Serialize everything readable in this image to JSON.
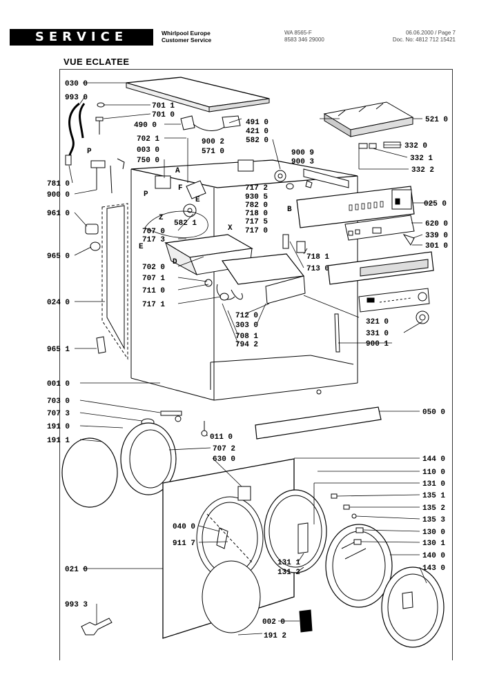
{
  "header": {
    "service": "SERVICE",
    "company_line1": "Whirlpool Europe",
    "company_line2": "Customer Service",
    "model_line1": "WA 8565-F",
    "model_line2": "8583 346 29000",
    "date_line": "06.06.2000 / Page 7",
    "doc_line": "Doc. No: 4812 712 15421"
  },
  "title": "VUE ECLATEE",
  "labels": [
    "030 0",
    "993 0",
    "701 1",
    "701 0",
    "490 0",
    "491 0",
    "421 0",
    "582 0",
    "521 0",
    "702 1",
    "003 0",
    "750 0",
    "900 2",
    "571 0",
    "900 9",
    "900 3",
    "332 0",
    "332 1",
    "332 2",
    "781 0",
    "900 0",
    "717 2",
    "930 5",
    "782 0",
    "718 0",
    "717 5",
    "717 0",
    "025 0",
    "961 0",
    "582 1",
    "707 0",
    "717 3",
    "620 0",
    "339 0",
    "301 0",
    "965 0",
    "702 0",
    "707 1",
    "711 0",
    "718 1",
    "713 0",
    "717 1",
    "024 0",
    "712 0",
    "303 0",
    "321 0",
    "331 0",
    "708 1",
    "794 2",
    "900 1",
    "965 1",
    "001 0",
    "703 0",
    "707 3",
    "050 0",
    "191 0",
    "011 0",
    "191 1",
    "707 2",
    "630 0",
    "144 0",
    "110 0",
    "131 0",
    "135 1",
    "135 2",
    "040 0",
    "135 3",
    "911 7",
    "130 0",
    "130 1",
    "140 0",
    "131 1",
    "131 2",
    "143 0",
    "021 0",
    "993 3",
    "002 0",
    "191 2"
  ],
  "letters": [
    "A",
    "P",
    "F",
    "E",
    "Z",
    "B",
    "X",
    "P",
    "E",
    "D"
  ]
}
